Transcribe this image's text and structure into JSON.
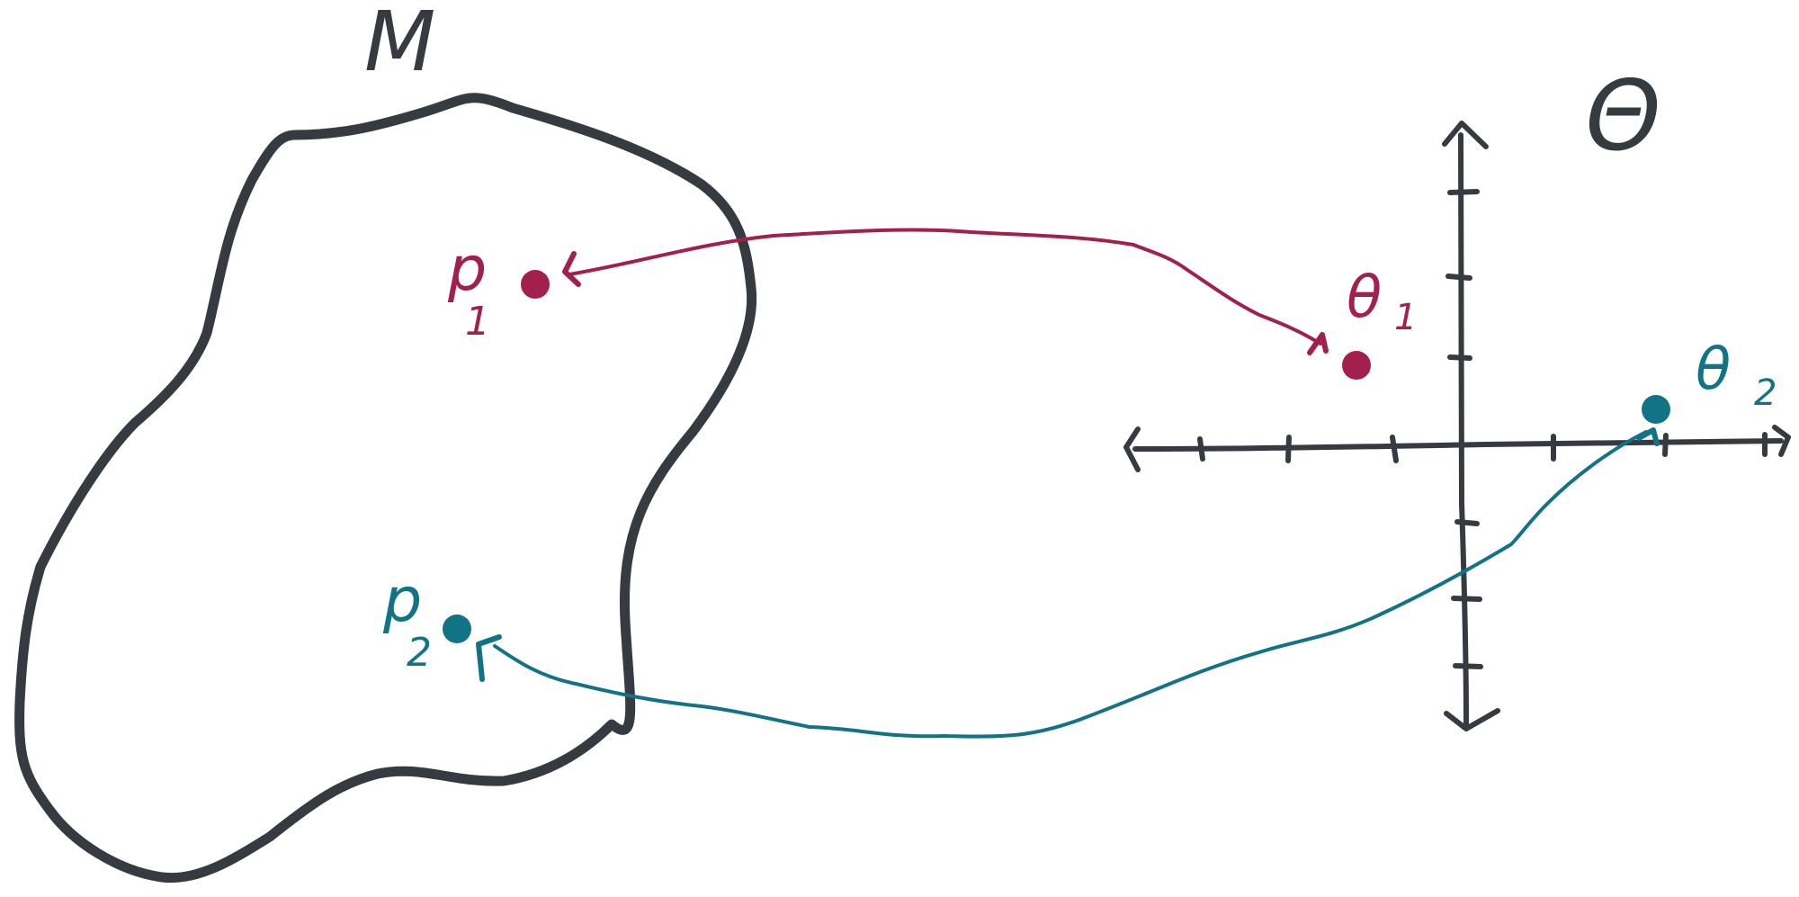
{
  "labels": {
    "manifold_symbol": "M",
    "parameter_space_symbol": "Θ",
    "p1_letter": "p",
    "p1_subscript": "1",
    "p2_letter": "p",
    "p2_subscript": "2",
    "theta1_letter": "θ",
    "theta1_subscript": "1",
    "theta2_letter": "θ",
    "theta2_subscript": "2"
  },
  "colors": {
    "ink": "#353b41",
    "crimson": "#a3204c",
    "teal": "#137386",
    "background": "#ffffff"
  },
  "points": [
    {
      "id": "p1",
      "color_key": "crimson",
      "region": "manifold"
    },
    {
      "id": "p2",
      "color_key": "teal",
      "region": "manifold"
    },
    {
      "id": "theta1",
      "color_key": "crimson",
      "region": "parameter-space",
      "quadrant": "upper-left"
    },
    {
      "id": "theta2",
      "color_key": "teal",
      "region": "parameter-space",
      "quadrant": "upper-right"
    }
  ],
  "mappings": [
    {
      "from": "theta1",
      "to": "p1",
      "color_key": "crimson",
      "arrowhead_at": "p1"
    },
    {
      "from": "theta2",
      "to": "p2",
      "color_key": "teal",
      "arrowhead_at": "p2"
    }
  ],
  "axes": {
    "x_ticks_left": 3,
    "x_ticks_right": 3,
    "y_ticks_up": 3,
    "y_ticks_down": 3,
    "arrows": "both-ends"
  }
}
